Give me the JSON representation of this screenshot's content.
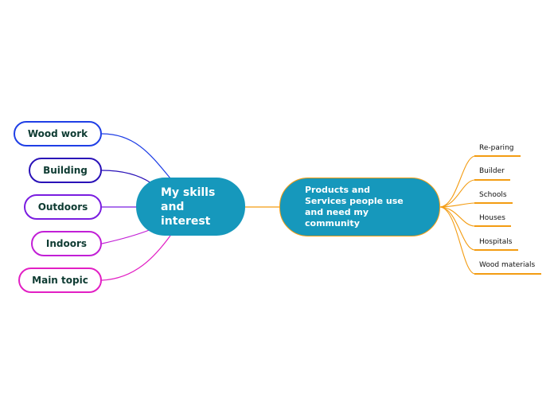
{
  "central_left": {
    "label": "My skills\nand\ninterest"
  },
  "central_right": {
    "label": "Products and\nServices people use\nand need my\ncommunity"
  },
  "left_topics": [
    {
      "label": "Wood work",
      "color": "#1f3fe6"
    },
    {
      "label": "Building",
      "color": "#2a12b8"
    },
    {
      "label": "Outdoors",
      "color": "#7a1de0"
    },
    {
      "label": "Indoors",
      "color": "#c21fd6"
    },
    {
      "label": "Main topic",
      "color": "#e21fc4"
    }
  ],
  "right_topics": [
    {
      "label": "Re-paring"
    },
    {
      "label": "Builder"
    },
    {
      "label": "Schools"
    },
    {
      "label": "Houses"
    },
    {
      "label": "Hospitals"
    },
    {
      "label": "Wood materials"
    }
  ],
  "colors": {
    "central_fill": "#1698bc",
    "right_accent": "#f39c12",
    "connector_main": "#f39c12"
  }
}
